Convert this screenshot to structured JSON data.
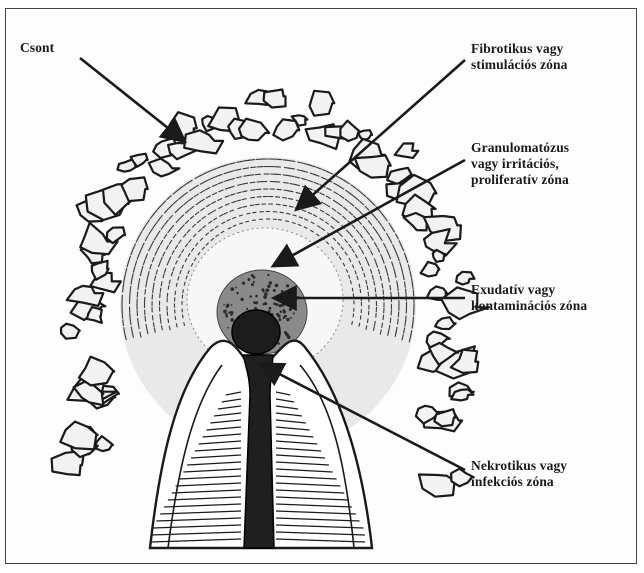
{
  "figure": {
    "labels": {
      "csont": "Csont",
      "fibrotikus": {
        "line1": "Fibrotikus vagy",
        "line2": "stimulációs zóna"
      },
      "granulomatozus": {
        "line1": "Granulomatózus",
        "line2": "vagy irritációs,",
        "line3": "proliferatív zóna"
      },
      "exudativ": {
        "line1": "Exudatív vagy",
        "line2": "kontaminációs zóna"
      },
      "nekrotikus": {
        "line1": "Nekrotikus vagy",
        "line2": "infekciós zóna"
      }
    },
    "colors": {
      "ink": "#1a1a1a",
      "bone_fill": "#f2f2f2",
      "fibrotic_fill": "#e9e9e9",
      "granulomatous_fill": "#f7f7f7",
      "exudative_fill": "#8a8a8a",
      "necrotic_fill": "#1c1c1c",
      "canal_fill": "#1f1f1f"
    }
  }
}
